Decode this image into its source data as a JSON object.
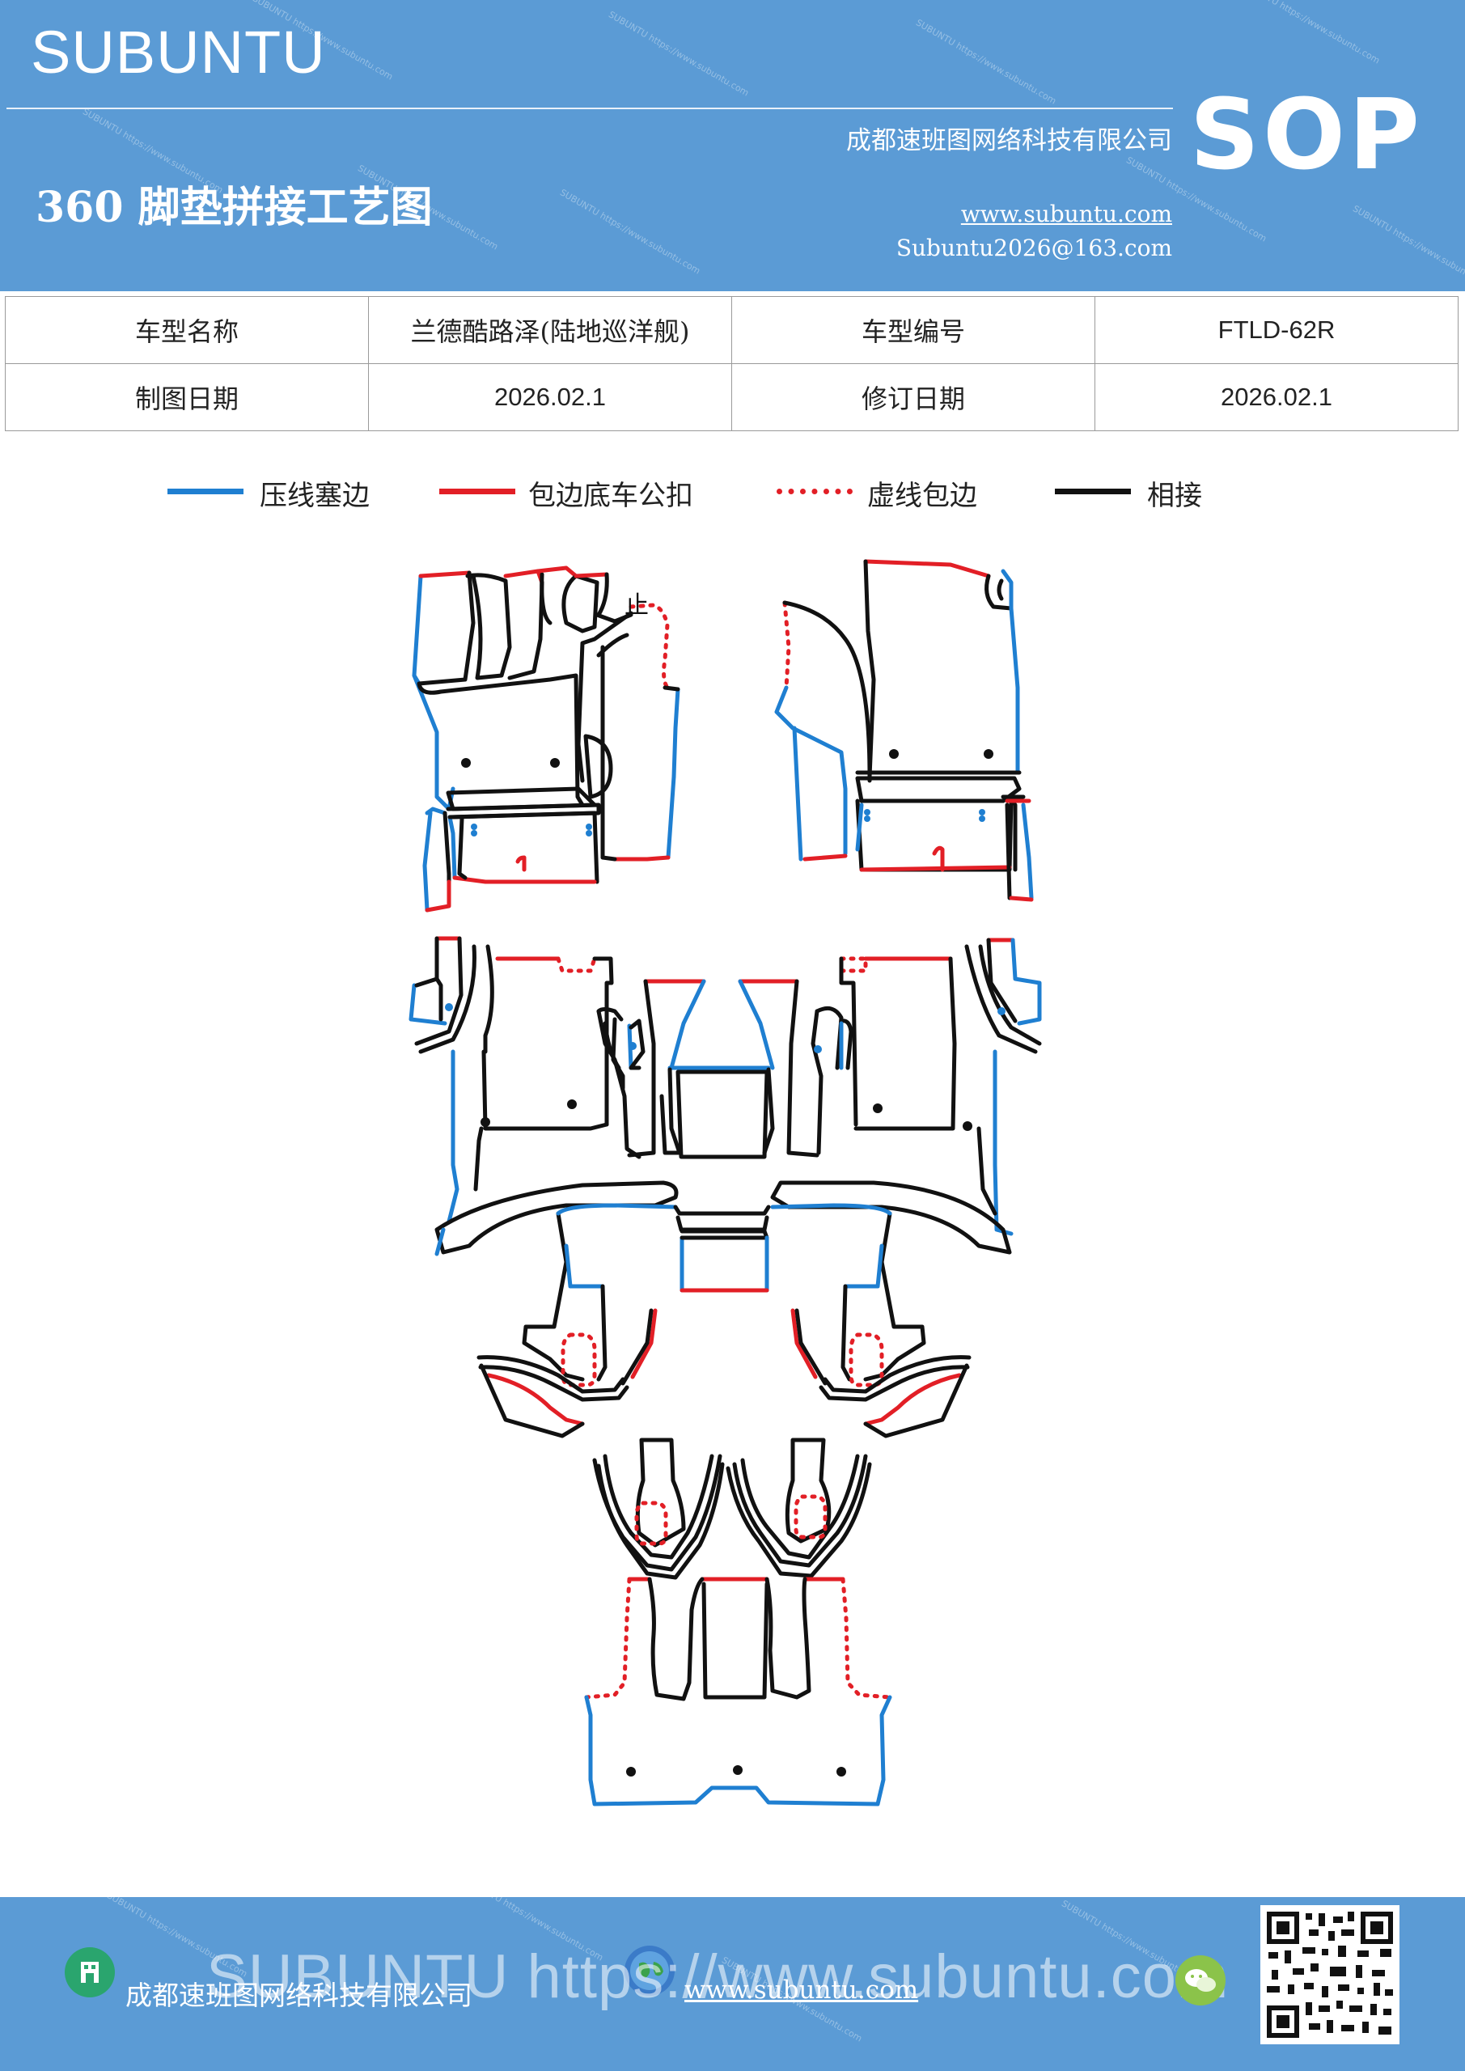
{
  "header": {
    "brand": "SUBUNTU",
    "title": "360 脚垫拼接工艺图",
    "company": "成都速班图网络科技有限公司",
    "website": "www.subuntu.com",
    "email": "Subuntu2026@163.com",
    "badge": "SOP",
    "bg_color": "#5b9bd5"
  },
  "info_table": {
    "rows": [
      {
        "label1": "车型名称",
        "value1": "兰德酷路泽(陆地巡洋舰)",
        "label2": "车型编号",
        "value2": "FTLD-62R"
      },
      {
        "label1": "制图日期",
        "value1": "2026.02.1",
        "label2": "修订日期",
        "value2": "2026.02.1"
      }
    ]
  },
  "legend": [
    {
      "label": "压线塞边",
      "color": "#1f7fd1",
      "style": "solid"
    },
    {
      "label": "包边底车公扣",
      "color": "#e21f26",
      "style": "solid"
    },
    {
      "label": "虚线包边",
      "color": "#e21f26",
      "style": "dotted"
    },
    {
      "label": "相接",
      "color": "#111111",
      "style": "solid"
    }
  ],
  "diagram": {
    "label": "止",
    "colors": {
      "blue": "#1f7fd1",
      "red": "#e21f26",
      "black": "#111111"
    }
  },
  "footer": {
    "company": "成都速班图网络科技有限公司",
    "website": "www.subuntu.com",
    "banner": "SUBUNTU https://www.subuntu.com",
    "icons": [
      "building-icon",
      "globe-icon",
      "wechat-icon"
    ]
  }
}
